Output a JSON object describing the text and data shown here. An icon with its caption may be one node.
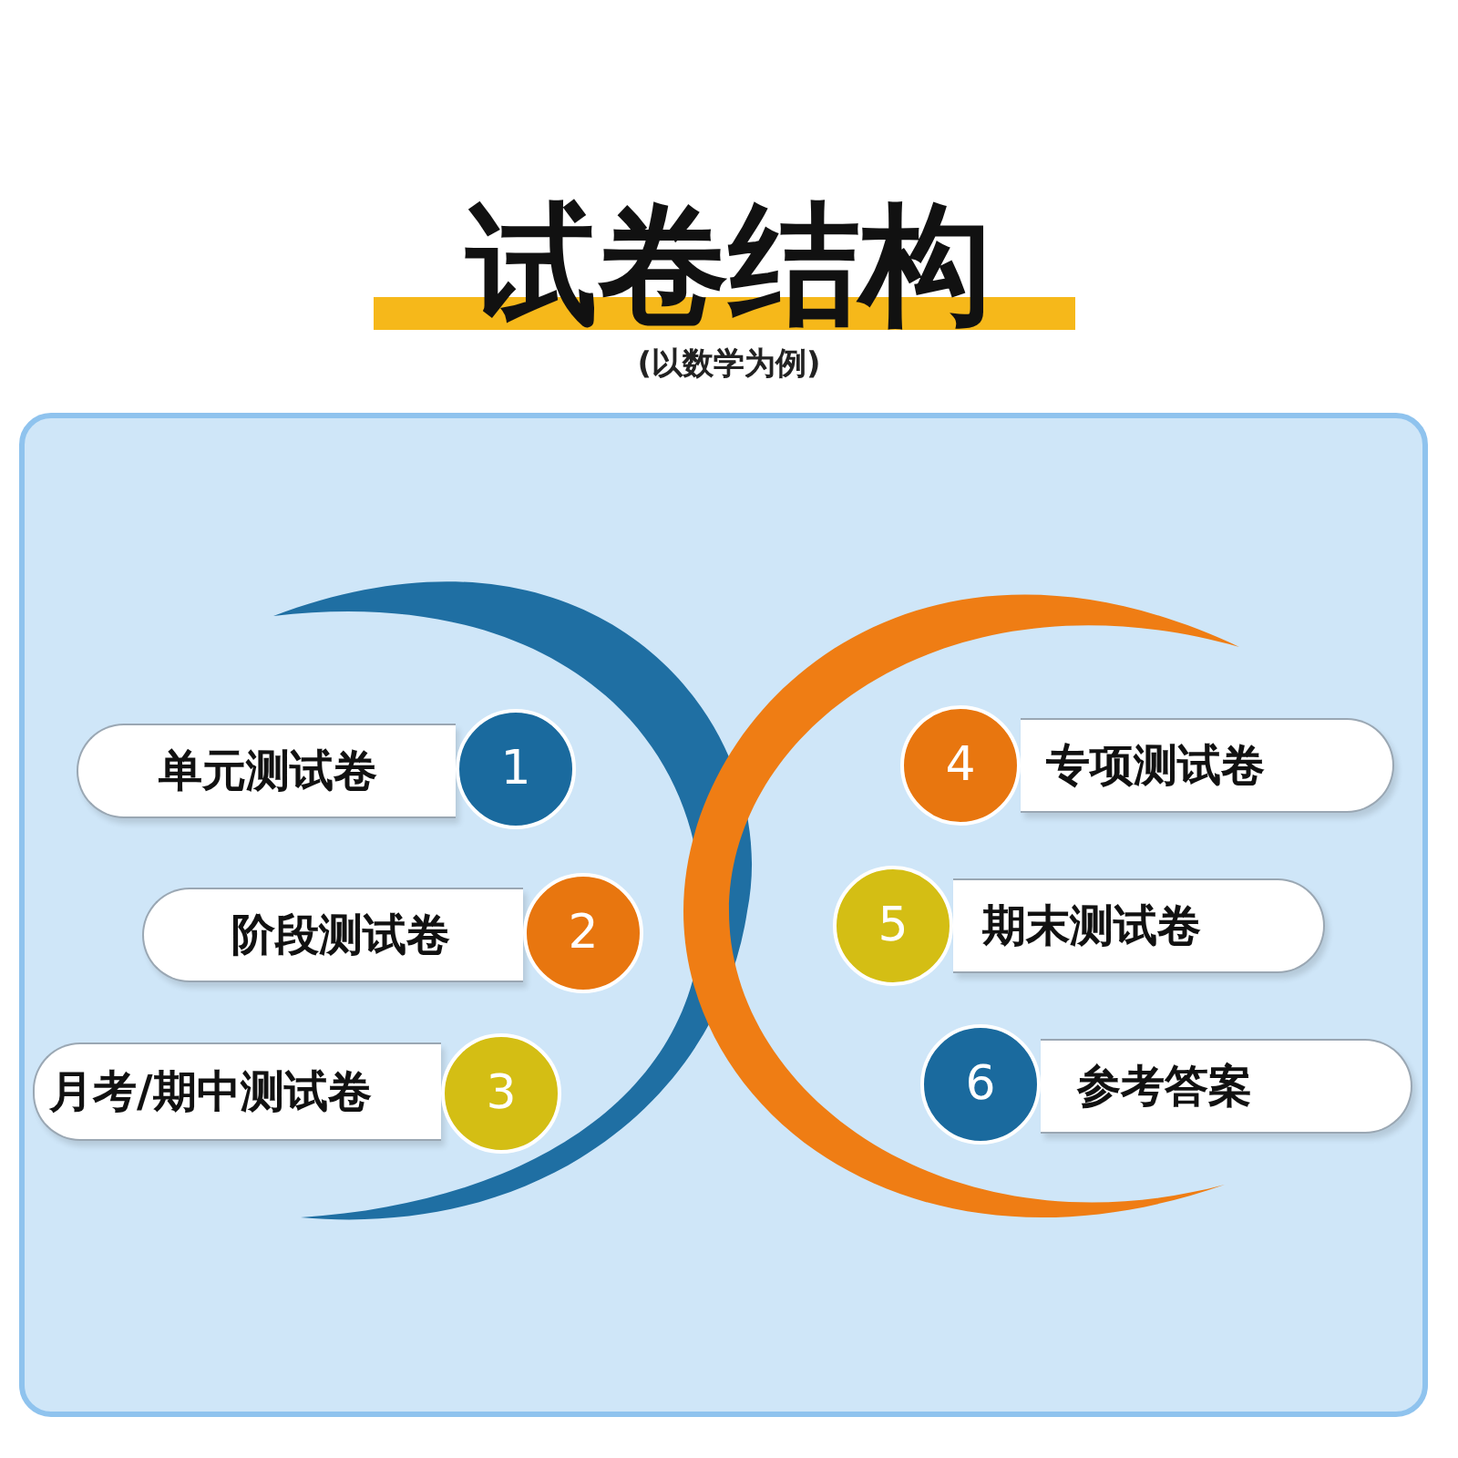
{
  "diagram": {
    "title": "试卷结构",
    "nodes": [
      {
        "text": [
          "单元测试卷"
        ]
      },
      {
        "text": [
          "1"
        ]
      },
      {
        "text": [
          "阶段测试卷"
        ]
      },
      {
        "text": [
          "2"
        ]
      },
      {
        "text": [
          "月考/期中测试卷"
        ]
      },
      {
        "text": [
          "3"
        ]
      },
      {
        "text": [
          "4"
        ]
      },
      {
        "text": [
          "专项测试卷"
        ]
      },
      {
        "text": [
          "5"
        ]
      },
      {
        "text": [
          "期末测试卷"
        ]
      },
      {
        "text": [
          "6"
        ]
      },
      {
        "text": [
          "参考答案"
        ]
      }
    ],
    "labels": [
      "(以数学为例)"
    ]
  }
}
